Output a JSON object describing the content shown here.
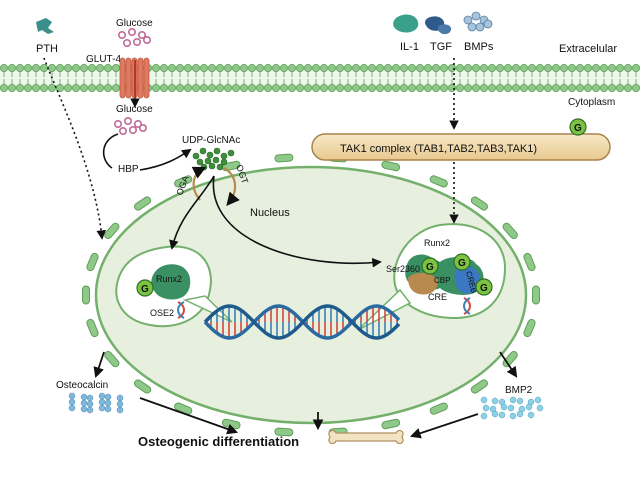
{
  "labels": {
    "pth": "PTH",
    "glut4": "GLUT-4",
    "glucose_top": "Glucose",
    "glucose_bottom": "Glucose",
    "hbp": "HBP",
    "udp_glcnac": "UDP-GlcNAc",
    "oga": "OGA",
    "ogt": "OGT",
    "il1": "IL-1",
    "tgf": "TGF",
    "bmps": "BMPs",
    "extracellular": "Extracelular",
    "cytoplasm": "Cytoplasm",
    "tak1_complex": "TAK1 complex (TAB1,TAB2,TAB3,TAK1)",
    "nucleus": "Nucleus",
    "runx2_left": "Runx2",
    "ose2": "OSE2",
    "runx2_right": "Runx2",
    "ser2360": "Ser2360",
    "cbp": "CBP",
    "creb": "CREB",
    "cre": "CRE",
    "osteocalcin": "Osteocalcin",
    "bmp2": "BMP2",
    "osteogenic": "Osteogenic differentiation",
    "g": "G"
  },
  "colors": {
    "membrane_head": "#8fc98a",
    "membrane_stroke": "#5e9e57",
    "nucleus_fill": "#e7f0de",
    "nucleus_stroke": "#74b06c",
    "ogt_group": "#3f8f3a",
    "g_badge": "#7cc242",
    "runx2": "#3a8f63",
    "creb": "#3b78c2",
    "cbp": "#b98a4e",
    "tak1_fill": "#f3ddb4",
    "glucose": "#c06a9a",
    "glut4": "#e07a5f",
    "dna_red": "#d2473f",
    "dna_blue": "#3b7fb8",
    "osteocalcin": "#7fb8dc",
    "bmp2": "#8fd0e6",
    "bone": "#f2e3c2"
  }
}
